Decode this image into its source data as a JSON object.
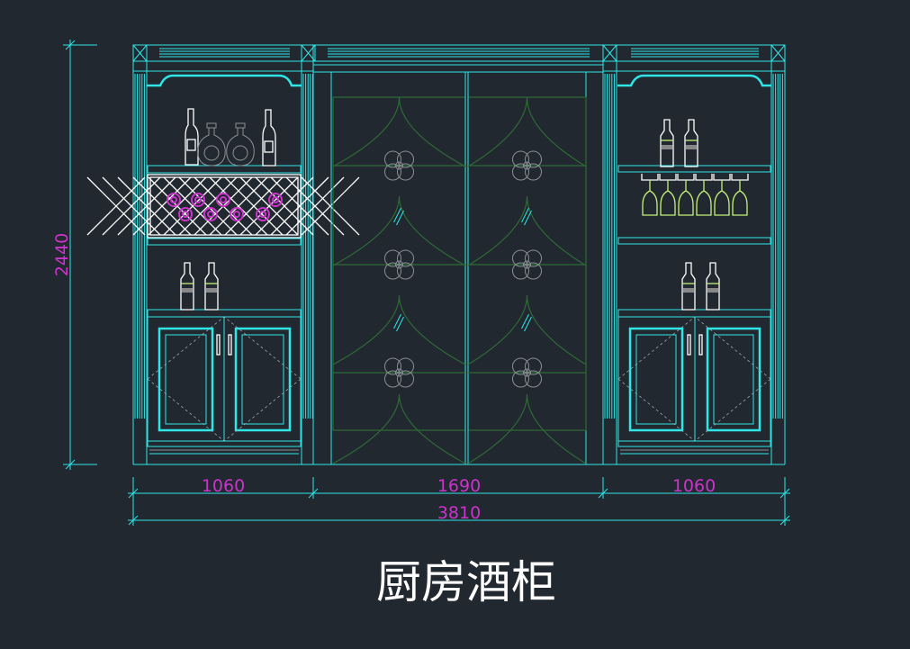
{
  "title": "厨房酒柜",
  "dimensions": {
    "height": "2440",
    "left_width": "1060",
    "middle_width": "1690",
    "right_width": "1060",
    "total_width": "3810"
  },
  "colors": {
    "background": "#212830",
    "cabinet_lines": "#2ee6e6",
    "glass_door": "#2f6a36",
    "dimension_text": "#cc33cc",
    "wine_glasses": "#c6f27a"
  }
}
